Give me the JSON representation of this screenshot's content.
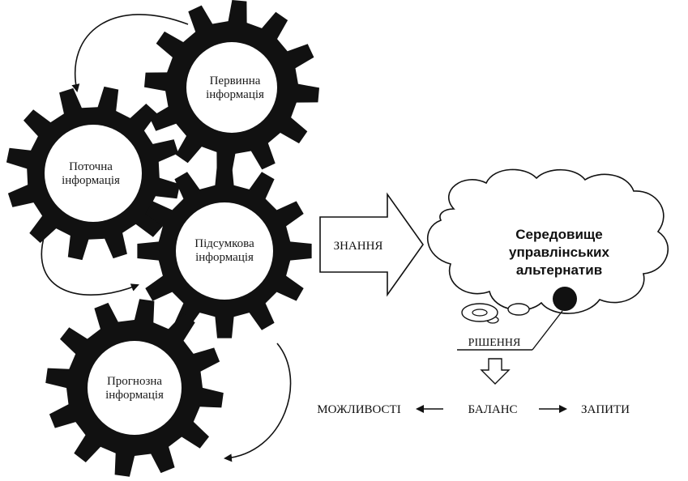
{
  "gears": [
    {
      "id": "primary",
      "line1": "Первинна",
      "line2": "інформація"
    },
    {
      "id": "current",
      "line1": "Поточна",
      "line2": "інформація"
    },
    {
      "id": "summary",
      "line1": "Підсумкова",
      "line2": "інформація"
    },
    {
      "id": "forecast",
      "line1": "Прогнозна",
      "line2": "інформація"
    }
  ],
  "arrow_label": "ЗНАННЯ",
  "cloud": {
    "line1": "Середовище",
    "line2": "управлінських",
    "line3": "альтернатив"
  },
  "decision_label": "РІШЕННЯ",
  "balance": {
    "left": "МОЖЛИВОСТІ",
    "center": "БАЛАНС",
    "right": "ЗАПИТИ"
  }
}
